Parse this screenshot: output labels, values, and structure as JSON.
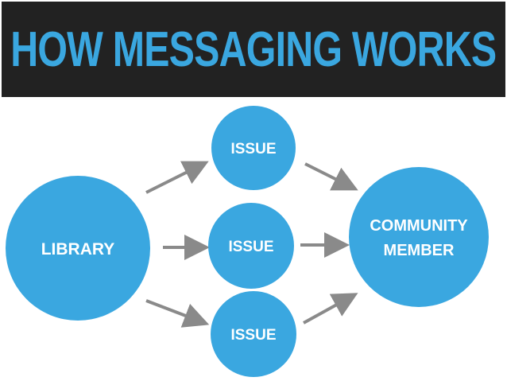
{
  "title": "HOW MESSAGING WORKS",
  "colors": {
    "title_bar": "#222222",
    "accent": "#3aa7e0",
    "node_fill": "#3aa7e0",
    "arrow": "#8a8a8a",
    "label": "#ffffff"
  },
  "nodes": {
    "library": {
      "label": "LIBRARY"
    },
    "issue_top": {
      "label": "ISSUE"
    },
    "issue_middle": {
      "label": "ISSUE"
    },
    "issue_bottom": {
      "label": "ISSUE"
    },
    "community_member": {
      "lines": [
        "COMMUNITY",
        "MEMBER"
      ]
    }
  }
}
